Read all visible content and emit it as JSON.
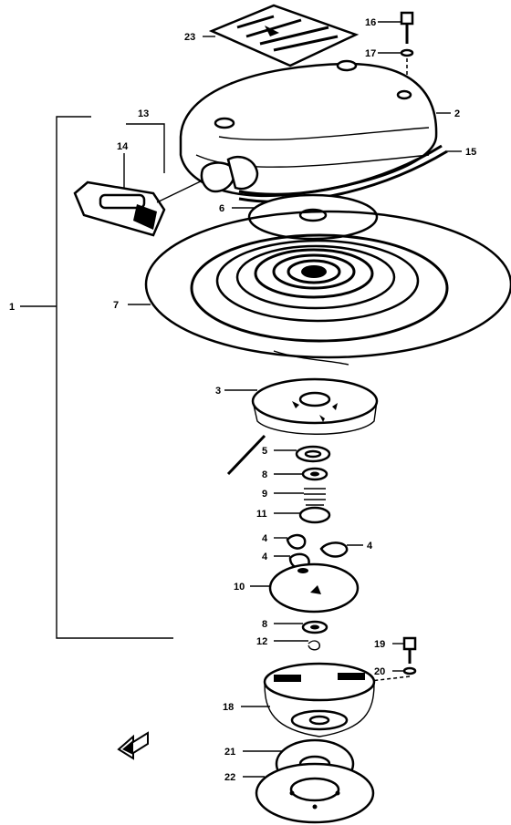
{
  "callouts": {
    "c1": "1",
    "c2": "2",
    "c3": "3",
    "c4a": "4",
    "c4b": "4",
    "c4c": "4",
    "c5": "5",
    "c6": "6",
    "c7": "7",
    "c8a": "8",
    "c8b": "8",
    "c9": "9",
    "c10": "10",
    "c11": "11",
    "c12": "12",
    "c13": "13",
    "c14": "14",
    "c15": "15",
    "c16": "16",
    "c17": "17",
    "c18": "18",
    "c19": "19",
    "c20": "20",
    "c21": "21",
    "c22": "22",
    "c23": "23"
  },
  "icons": {
    "front_arrow": "arrow-icon"
  }
}
